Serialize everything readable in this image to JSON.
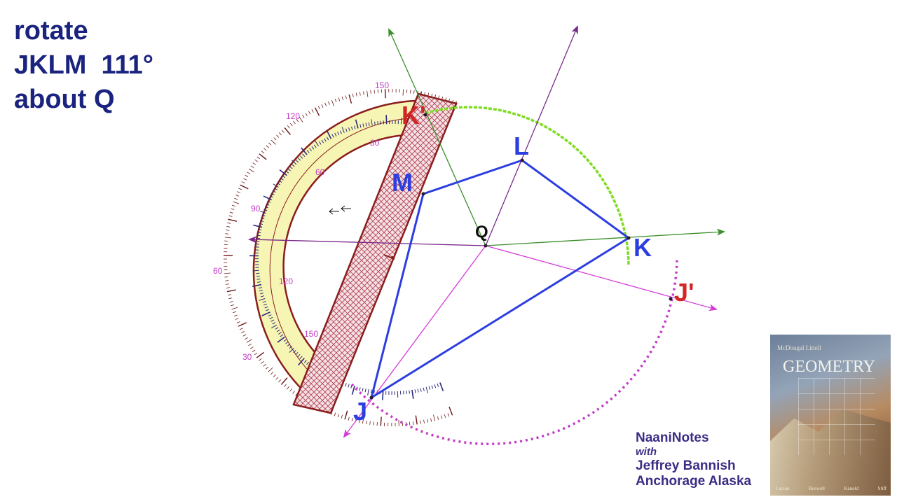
{
  "title": {
    "line1": "rotate",
    "line2": "JKLM  111°",
    "line3": "about Q"
  },
  "points": {
    "J": "J",
    "K": "K",
    "L": "L",
    "M": "M",
    "Q": "Q",
    "J_prime": "J'",
    "K_prime": "K'"
  },
  "protractor": {
    "outer_labels": [
      "150",
      "120",
      "90",
      "60",
      "30"
    ],
    "inner_labels": [
      "30",
      "60",
      "120",
      "150"
    ]
  },
  "credit": {
    "line1": "NaaniNotes",
    "line2": "with",
    "line3": "Jeffrey Bannish",
    "line4": "Anchorage Alaska"
  },
  "book": {
    "publisher": "McDougal Littell",
    "title": "GEOMETRY",
    "authors": [
      "Larson",
      "Boswell",
      "Kanold",
      "Stiff"
    ]
  },
  "colors": {
    "title_text": "#1a237e",
    "figure": "#2d3ee0",
    "image_label": "#d42525",
    "protractor_fill": "#f7f5b4",
    "protractor_edge": "#8b1d1d",
    "arc_green": "#7fdc1f",
    "arc_magenta": "#c23cc8",
    "ray_green": "#3a8f2a",
    "ray_purple": "#7a2a8a",
    "credit_text": "#3b2c85"
  }
}
